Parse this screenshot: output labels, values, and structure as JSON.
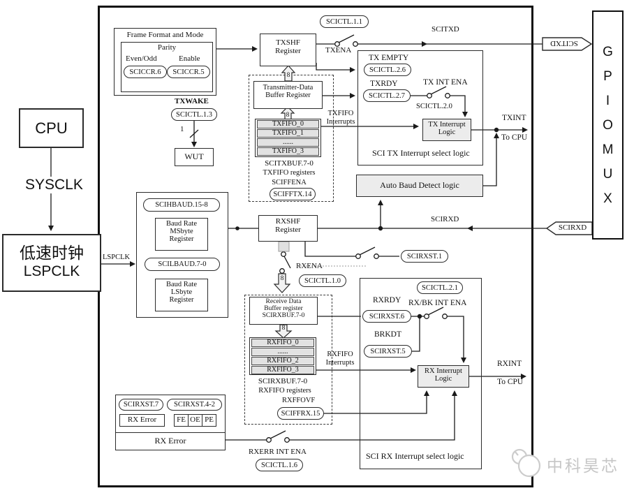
{
  "left": {
    "cpu": "CPU",
    "sysclk": "SYSCLK",
    "clock_box": [
      "低速时钟",
      "LSPCLK"
    ],
    "lspclk_wire": "LSPCLK"
  },
  "frame_format": {
    "title": "Frame Format and Mode",
    "parity": "Parity",
    "even_odd": "Even/Odd",
    "enable": "Enable",
    "pill_even_odd": "SCICCR.6",
    "pill_enable": "SCICCR.5"
  },
  "txwake": {
    "label": "TXWAKE",
    "pill": "SCICTL.1.3",
    "one": "1",
    "wut": "WUT"
  },
  "tx_path": {
    "txshf": [
      "TXSHF",
      "Register"
    ],
    "pill_txena": "SCICTL.1.1",
    "txena": "TXENA",
    "scitxd": "SCITXD"
  },
  "tx_fifo": {
    "buffer": [
      "Transmitter-Data",
      "Buffer Register"
    ],
    "rows": [
      "TXFIFO_0",
      "TXFIFO_1",
      "......",
      "TXFIFO_3"
    ],
    "scitxbuf": "SCITXBUF.7-0",
    "registers": "TXFIFO registers",
    "sciffena": "SCIFFENA",
    "pill": "SCIFFTX.14",
    "interrupts": [
      "TXFIFO",
      "Interrupts"
    ]
  },
  "tx_select": {
    "tx_empty": "TX EMPTY",
    "pill_26": "SCICTL.2.6",
    "txrdy": "TXRDY",
    "pill_27": "SCICTL.2.7",
    "tx_int_ena": "TX INT ENA",
    "pill_20": "SCICTL.2.0",
    "logic": [
      "TX Interrupt",
      "Logic"
    ],
    "txint": "TXINT",
    "to_cpu": "To CPU",
    "caption": "SCI TX Interrupt select logic"
  },
  "auto_baud": "Auto Baud Detect logic",
  "baud": {
    "pill_high": "SCIHBAUD.15-8",
    "msbyte": [
      "Baud Rate",
      "MSbyte",
      "Register"
    ],
    "pill_low": "SCILBAUD.7-0",
    "lsbyte": [
      "Baud Rate",
      "LSbyte",
      "Register"
    ]
  },
  "rx_path": {
    "rxshf": [
      "RXSHF",
      "Register"
    ],
    "rxena": "RXENA",
    "pill_10": "SCICTL.1.0",
    "pill_rxst1": "SCIRXST.1",
    "scirxd": "SCIRXD"
  },
  "rx_fifo": {
    "buffer": [
      "Receive Data",
      "Buffer register",
      "SCIRXBUF.7-0"
    ],
    "rows": [
      "RXFIFO_0",
      "......",
      "RXFIFO_2",
      "RXFIFO_3"
    ],
    "scirxbuf": "SCIRXBUF.7-0",
    "registers": "RXFIFO registers",
    "rxffovf": "RXFFOVF",
    "pill": "SCIFFRX.15",
    "interrupts": [
      "RXFIFO",
      "Interrupts"
    ]
  },
  "rx_select": {
    "pill_21": "SCICTL.2.1",
    "rxrdy": "RXRDY",
    "rxbk_int_ena": "RX/BK INT ENA",
    "pill_rxst6": "SCIRXST.6",
    "brkdt": "BRKDT",
    "pill_rxst5": "SCIRXST.5",
    "logic": [
      "RX Interrupt",
      "Logic"
    ],
    "rxint": "RXINT",
    "to_cpu": "To CPU",
    "caption": "SCI RX Interrupt select logic"
  },
  "rx_error": {
    "pill_rxst7": "SCIRXST.7",
    "pill_rxst42": "SCIRXST.4-2",
    "rx_error_small": "RX Error",
    "fe": "FE",
    "oe": "OE",
    "pe": "PE",
    "rx_error_big": "RX Error",
    "rxerr_int_ena": "RXERR INT ENA",
    "pill_16": "SCICTL.1.6"
  },
  "gpio_mux": {
    "letters": [
      "G",
      "P",
      "I",
      "O",
      "M",
      "U",
      "X"
    ]
  },
  "flags": {
    "scitxd": "SCITXD",
    "scirxd": "SCIRXD"
  },
  "bus_width": "8",
  "watermark": {
    "brand": "中科昊芯"
  },
  "colors": {
    "line": "#1a1a1a",
    "block_fill": "#ececec",
    "watermark": "#c6c6c6"
  }
}
